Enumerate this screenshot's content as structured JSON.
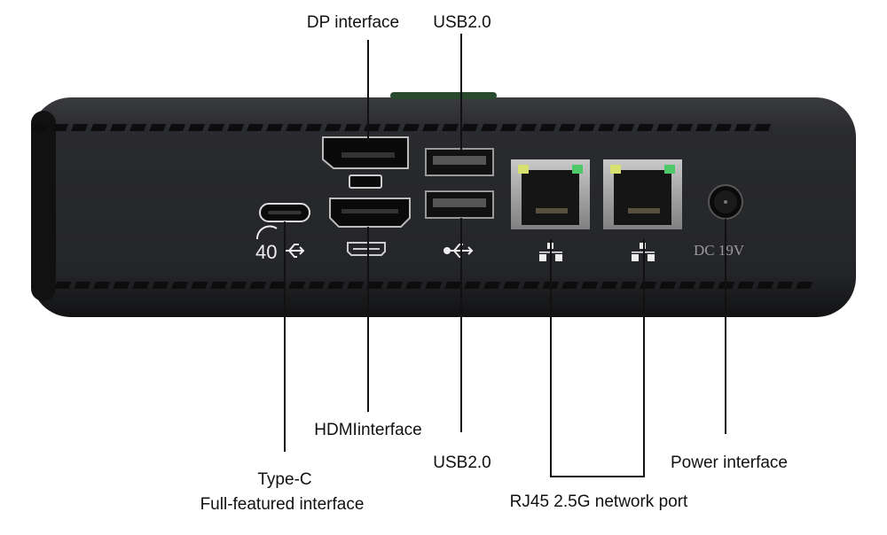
{
  "labels": {
    "dp": "DP interface",
    "usb_top": "USB2.0",
    "hdmi": "HDMIinterface",
    "usb_bottom": "USB2.0",
    "typec_line1": "Type-C",
    "typec_line2": "Full-featured interface",
    "power": "Power interface",
    "rj45": "RJ45 2.5G network port"
  },
  "device": {
    "dc_marking": "DC 19V",
    "typec_badge": "40",
    "body_color": "#1f2022",
    "led_yellow": "#d8e070",
    "led_green": "#4fc86a"
  }
}
